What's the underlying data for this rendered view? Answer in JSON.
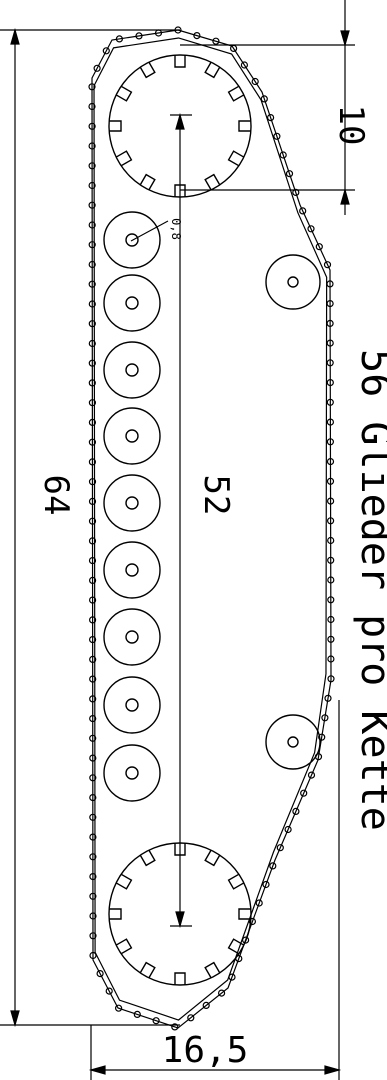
{
  "drawing": {
    "dimensions": {
      "overall_length": "64",
      "wheel_spacing": "52",
      "height_offset": "10",
      "width": "16,5",
      "pin_diameter": "0,8"
    },
    "note": "56 Glieder pro Kette",
    "links_per_track": 56,
    "road_wheel_count": 9,
    "return_roller_count": 2,
    "line_color": "#000000",
    "background": "#ffffff"
  }
}
